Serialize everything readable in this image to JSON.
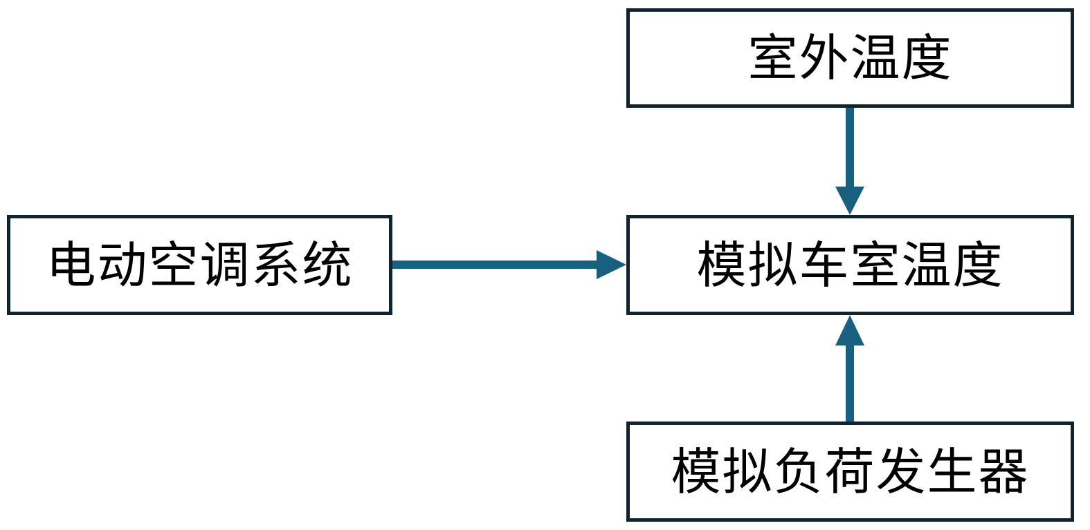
{
  "boxes": {
    "outdoor_temperature": "室外温度",
    "simulated_cabin_temperature": "模拟车室温度",
    "electric_ac_system": "电动空调系统",
    "simulated_load_generator": "模拟负荷发生器"
  },
  "colors": {
    "box_border": "#0f2433",
    "arrow": "#17607f",
    "background": "#ffffff"
  }
}
